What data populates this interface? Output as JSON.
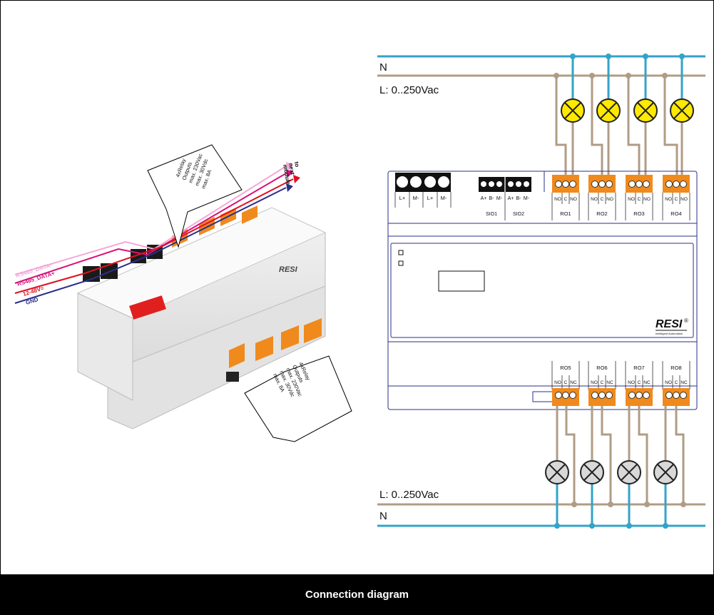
{
  "caption": "Connection diagram",
  "colors": {
    "neutral": "#33a3c8",
    "live": "#b09c86",
    "lamp_on": "#ffe900",
    "lamp_off": "#d8d8d8",
    "terminal": "#f08a1c",
    "rs485_data_minus": "#f4a8d8",
    "rs485_data_plus": "#d8127a",
    "power": "#e01020",
    "gnd": "#2a2f8a"
  },
  "photo": {
    "labels": {
      "rs485_data_minus": "RS485_DATA-",
      "rs485_data_plus": "RS485_DATA+",
      "power": "12-48V=",
      "gnd": "GND",
      "next_line1": "to",
      "next_line2": "next",
      "next_line3": "module",
      "brand": "RESI"
    },
    "callout_top": [
      "4xRelay",
      "Outputs",
      "max. 230Vac",
      "max. 30Vdc",
      "max. 8A"
    ],
    "callout_bottom": [
      "4xRelay",
      "Outputs",
      "max. 230Vac",
      "max. 30Vdc",
      "max. 8A"
    ]
  },
  "schematic": {
    "top_supply": {
      "neutral": "N",
      "live": "L: 0..250Vac"
    },
    "bottom_supply": {
      "neutral": "N",
      "live": "L: 0..250Vac"
    },
    "power_pins": [
      "L+",
      "M-",
      "L+",
      "M-"
    ],
    "sio_pins": [
      "A+",
      "B-",
      "M-",
      "A+",
      "B-",
      "M-"
    ],
    "sio_labels": [
      "SIO1",
      "SIO2"
    ],
    "top_relays": [
      "RO1",
      "RO2",
      "RO3",
      "RO4"
    ],
    "bottom_relays": [
      "RO5",
      "RO6",
      "RO7",
      "RO8"
    ],
    "top_relay_pins": [
      "NO",
      "C",
      "NO"
    ],
    "bottom_relay_pins": [
      "NO",
      "C",
      "NC"
    ],
    "brand": "RESI",
    "brand_mark": "®",
    "brand_subtitle": "Intelligent Automation"
  }
}
